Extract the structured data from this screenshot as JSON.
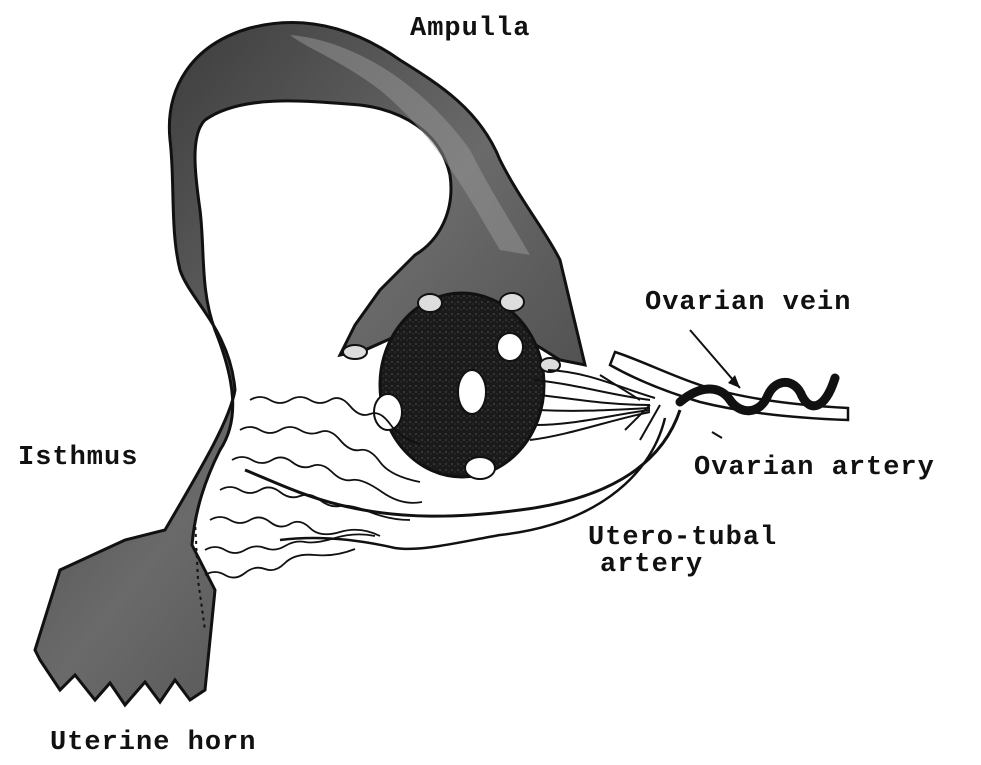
{
  "labels": {
    "ampulla": "Ampulla",
    "ovarian_vein": "Ovarian vein",
    "ovarian_artery": "Ovarian artery",
    "isthmus": "Isthmus",
    "utero_tubal_line1": "Utero-tubal",
    "utero_tubal_line2": "artery",
    "uterine_horn": "Uterine horn"
  },
  "colors": {
    "ink": "#111111",
    "tube_fill": "#4a4a4a",
    "tube_light": "#8a8a8a",
    "ovary": "#1a1a1a",
    "background": "#ffffff"
  }
}
